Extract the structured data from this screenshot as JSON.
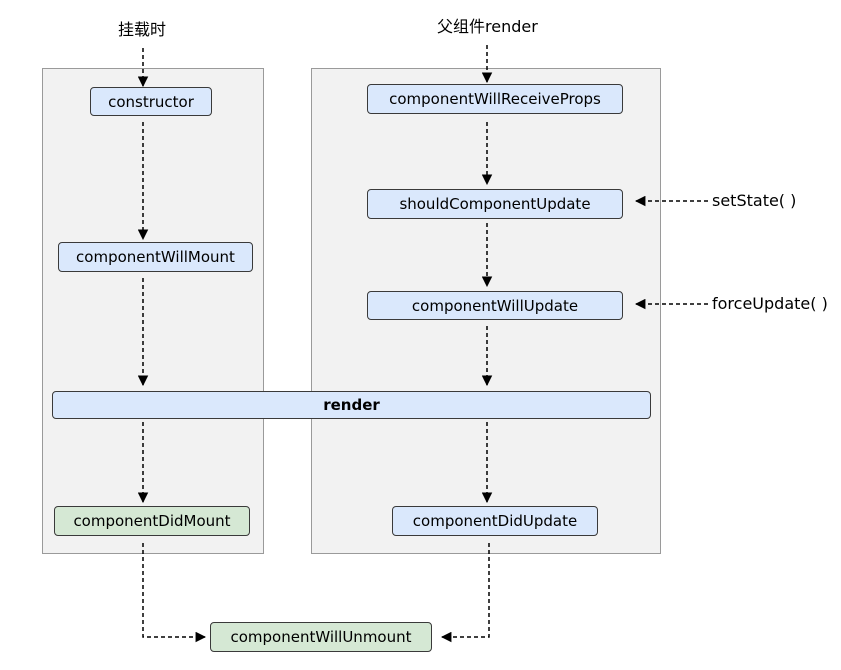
{
  "labels": {
    "mount_trigger": "挂载时",
    "update_trigger": "父组件render",
    "set_state": "setState( )",
    "force_update": "forceUpdate( )"
  },
  "mount": {
    "constructor": "constructor",
    "will_mount": "componentWillMount",
    "did_mount": "componentDidMount"
  },
  "update": {
    "will_receive_props": "componentWillReceiveProps",
    "should_update": "shouldComponentUpdate",
    "will_update": "componentWillUpdate",
    "did_update": "componentDidUpdate"
  },
  "shared": {
    "render": "render",
    "will_unmount": "componentWillUnmount"
  },
  "colors": {
    "blue_box": "#dae8fc",
    "green_box": "#d5e8d4",
    "panel": "#f2f2f2"
  }
}
